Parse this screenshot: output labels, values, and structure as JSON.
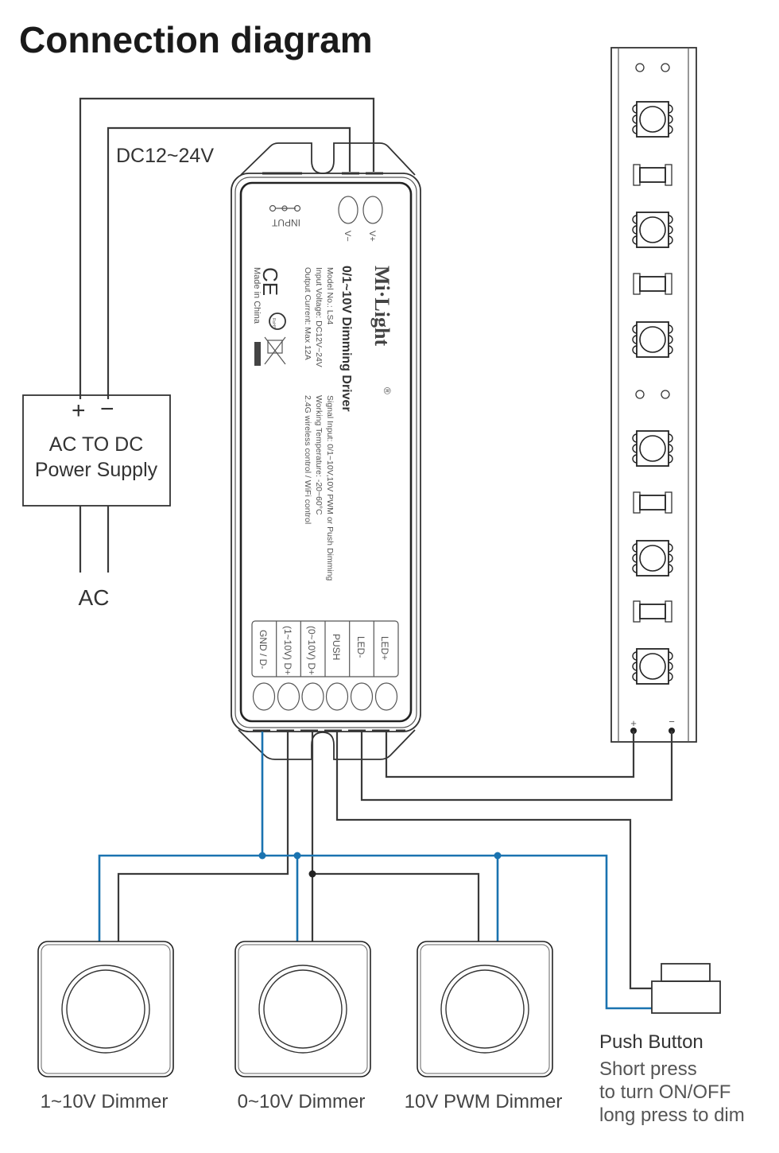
{
  "title": "Connection diagram",
  "labels": {
    "dc_voltage": "DC12~24V",
    "ac": "AC",
    "power_supply_line1": "AC TO DC",
    "power_supply_line2": "Power Supply",
    "ps_plus": "+",
    "ps_minus": "−"
  },
  "driver": {
    "brand": "Mi·Light",
    "registered": "®",
    "product": "0/1~10V Dimming Driver",
    "specs_left": [
      "Model No.: LS4",
      "Input Voltage: DC12V~24V",
      "Output Current: Max 12A"
    ],
    "specs_right": [
      "Signal Input: 0/1~10V,10V PWM or Push Dimming",
      "Working Temperature: -20~60°C",
      "2.4G wireless control / WiFi control"
    ],
    "made_in": "Made in China",
    "input_label": "INPUT",
    "input_terminals": [
      "V−",
      "V+"
    ],
    "output_terminals": [
      "GND / D-",
      "(1~10V) D+",
      "(0~10V) D+",
      "PUSH",
      "LED-",
      "LED+"
    ],
    "cert_ce": "CE",
    "cert_rohs": "RoHS"
  },
  "led_strip": {
    "plus": "+",
    "minus": "−"
  },
  "dimmers": [
    {
      "label": "1~10V Dimmer"
    },
    {
      "label": "0~10V Dimmer"
    },
    {
      "label": "10V PWM Dimmer"
    }
  ],
  "push_button": {
    "title": "Push Button",
    "desc": [
      "Short press",
      "to turn ON/OFF",
      "long press to dim"
    ]
  },
  "colors": {
    "signal_ground_wire": "#1a73b0",
    "wire": "#3a3a3a"
  }
}
